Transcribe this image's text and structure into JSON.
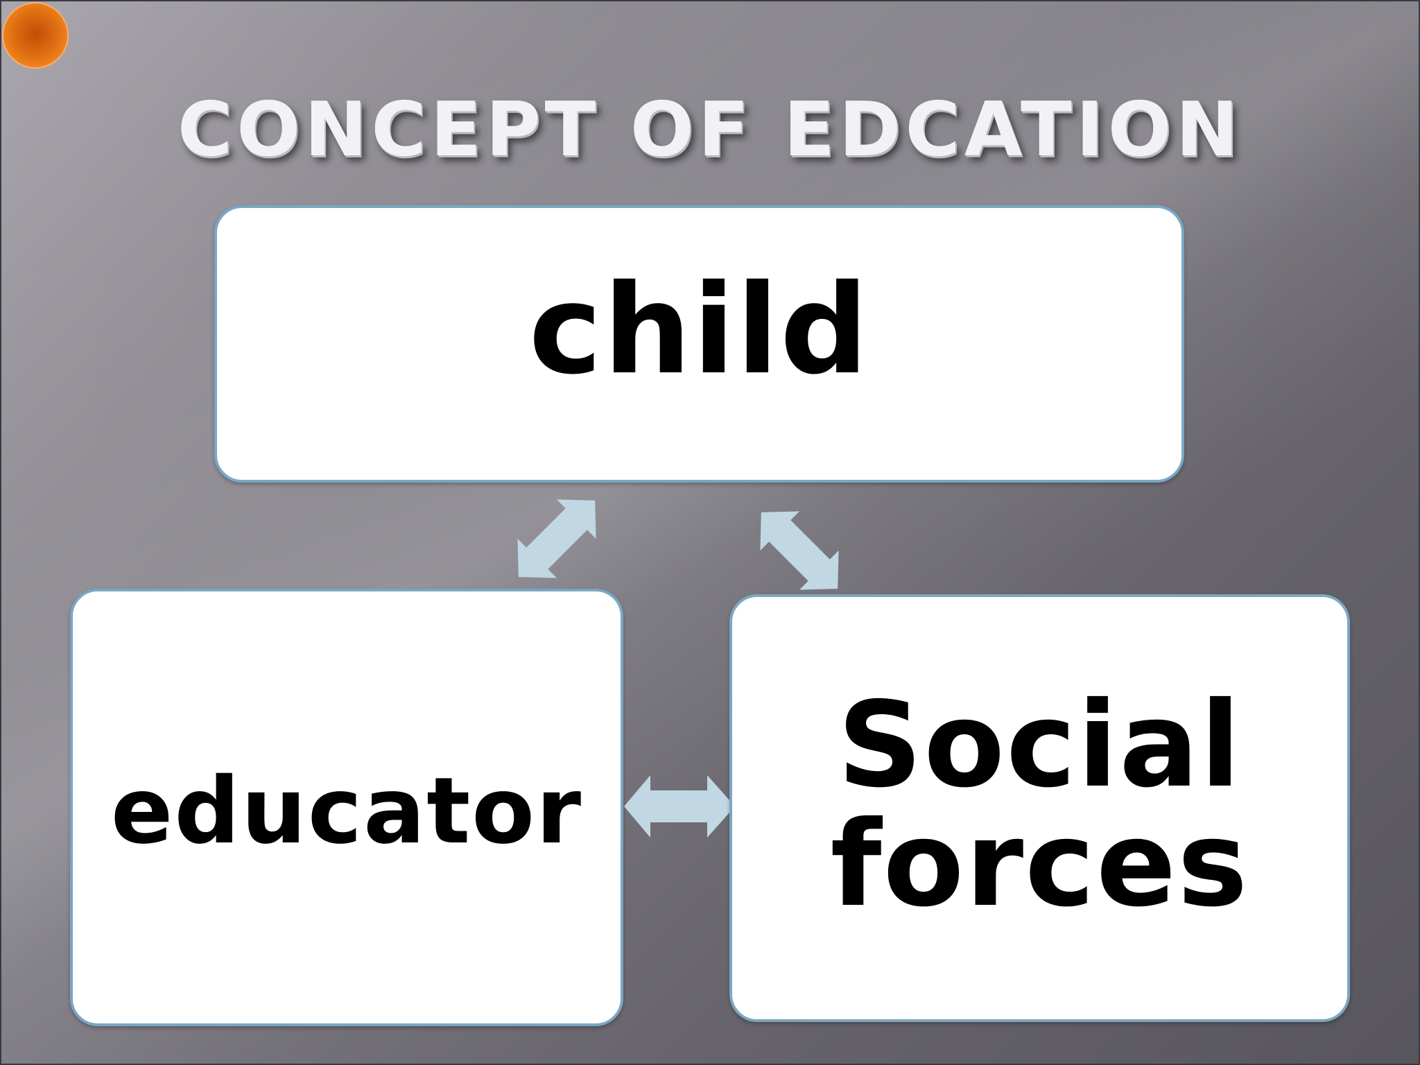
{
  "title": "CONCEPT OF EDCATION",
  "nodes": {
    "child": "child",
    "educator": "educator",
    "social_forces": "Social\nforces"
  },
  "colors": {
    "arrow_fill": "#c1d8e4",
    "box_border": "#7aa7c4",
    "orb": "#e06d14"
  }
}
